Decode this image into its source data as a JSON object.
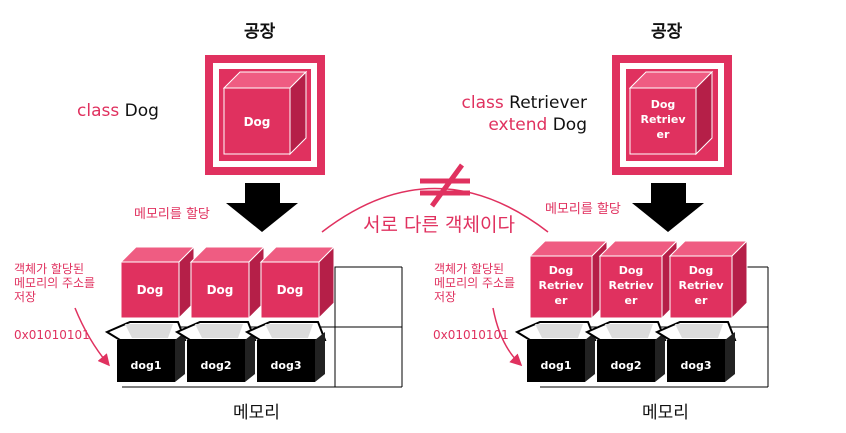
{
  "colors": {
    "accent": "#e0315f",
    "accent_dark": "#b51f48",
    "accent_light": "#ef5c82",
    "ink": "#111111"
  },
  "left": {
    "factory_title": "공장",
    "class_keyword": "class",
    "class_name": "Dog",
    "factory_cube_label": "Dog",
    "alloc_label": "메모리를 할당",
    "note_lines": [
      "객체가 할당된",
      "메모리의 주소를",
      "저장"
    ],
    "address": "0x01010101",
    "objects": [
      "Dog",
      "Dog",
      "Dog"
    ],
    "variables": [
      "dog1",
      "dog2",
      "dog3"
    ],
    "memory_label": "메모리"
  },
  "right": {
    "factory_title": "공장",
    "class_keyword": "class",
    "class_name": "Retriever",
    "extend_keyword": "extend",
    "parent_name": "Dog",
    "factory_cube_lines": [
      "Dog",
      "Retriev",
      "er"
    ],
    "alloc_label": "메모리를 할당",
    "note_lines": [
      "객체가 할당된",
      "메모리의 주소를",
      "저장"
    ],
    "address": "0x01010101",
    "objects": [
      [
        "Dog",
        "Retriev",
        "er"
      ],
      [
        "Dog",
        "Retriev",
        "er"
      ],
      [
        "Dog",
        "Retriev",
        "er"
      ]
    ],
    "variables": [
      "dog1",
      "dog2",
      "dog3"
    ],
    "memory_label": "메모리"
  },
  "center_caption": "서로 다른 객체이다"
}
